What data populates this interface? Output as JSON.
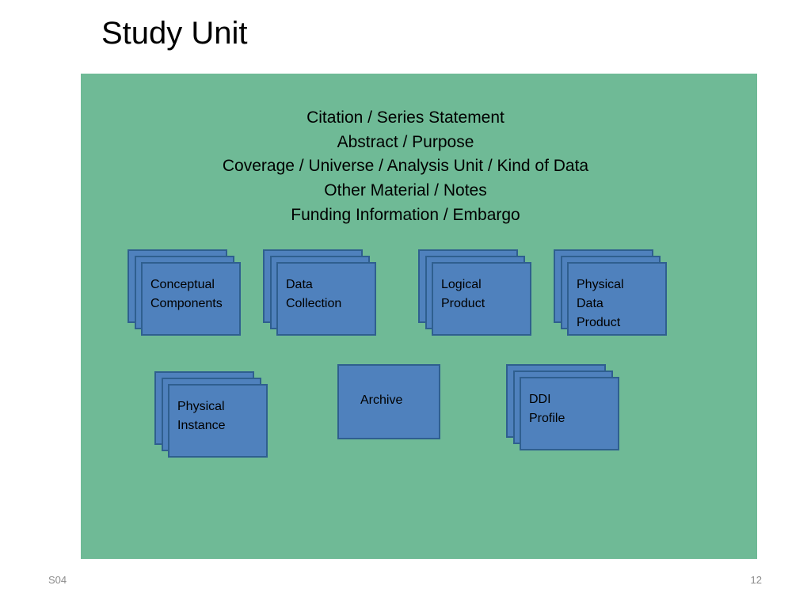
{
  "slide": {
    "title": "Study Unit",
    "header_lines": [
      "Citation / Series Statement",
      "Abstract / Purpose",
      "Coverage / Universe / Analysis Unit / Kind of Data",
      "Other Material / Notes",
      "Funding Information / Embargo"
    ],
    "components": [
      {
        "label": "Conceptual\nComponents",
        "stacked": true
      },
      {
        "label": "Data\nCollection",
        "stacked": true
      },
      {
        "label": "Logical\nProduct",
        "stacked": true
      },
      {
        "label": "Physical\nData\nProduct",
        "stacked": true
      },
      {
        "label": "Physical\nInstance",
        "stacked": true
      },
      {
        "label": "Archive",
        "stacked": false
      },
      {
        "label": "DDI\nProfile",
        "stacked": true
      }
    ],
    "footer_left": "S04",
    "footer_right": "12"
  },
  "colors": {
    "panel": "#6fba96",
    "box_fill": "#4f81bd",
    "box_border": "#2f5f8f"
  }
}
